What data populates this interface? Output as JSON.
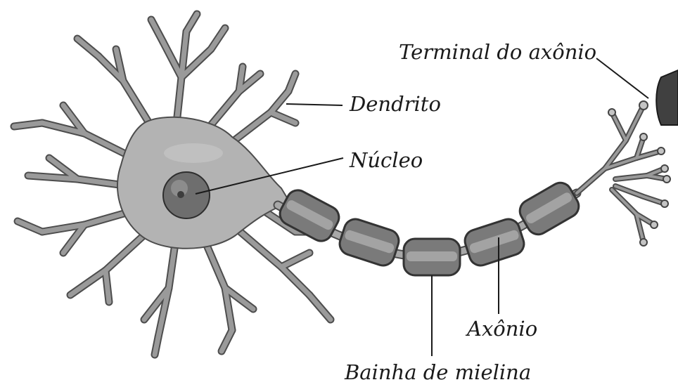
{
  "diagram": {
    "subject": "neuron",
    "labels": {
      "terminal": "Terminal do axônio",
      "dendrite": "Dendrito",
      "nucleus": "Núcleo",
      "axon": "Axônio",
      "myelin": "Bainha de mielina"
    },
    "colors": {
      "cytoplasm": "#b3b3b3",
      "cytoplasm_outline": "#4d4d4d",
      "nucleus": "#6e6e6e",
      "myelin_fill": "#7a7a7a",
      "myelin_outline": "#333333",
      "label_text": "#1a1a1a"
    }
  }
}
